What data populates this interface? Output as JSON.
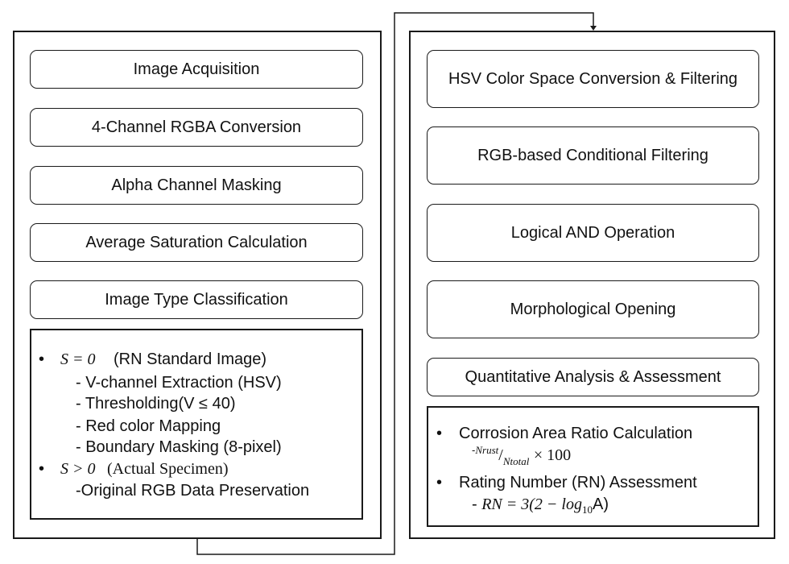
{
  "left": {
    "steps": [
      "Image Acquisition",
      "4-Channel RGBA Conversion",
      "Alpha Channel Masking",
      "Average Saturation Calculation",
      "Image Type Classification"
    ],
    "detail": {
      "case1_bullet": "•",
      "case1_condition": "S = 0",
      "case1_label": "(RN Standard Image)",
      "case1_items": [
        "- V-channel Extraction (HSV)",
        "- Thresholding(V ≤ 40)",
        "- Red color Mapping",
        "- Boundary Masking (8-pixel)"
      ],
      "case2_bullet": "•",
      "case2_condition": "S > 0",
      "case2_label": "(Actual Specimen)",
      "case2_items": [
        "-Original RGB Data Preservation"
      ]
    }
  },
  "right": {
    "steps": [
      "HSV Color Space Conversion & Filtering",
      "RGB-based Conditional Filtering",
      "Logical AND Operation",
      "Morphological Opening",
      "Quantitative Analysis & Assessment"
    ],
    "detail": {
      "bullet1": "•",
      "item1": "Corrosion Area Ratio Calculation",
      "formula1_prefix": "-",
      "formula1_numerator": "Nrust",
      "formula1_slash": "/",
      "formula1_denominator": "Ntotal",
      "formula1_suffix": "× 100",
      "bullet2": "•",
      "item2": "Rating Number (RN) Assessment",
      "formula2_prefix": "- ",
      "formula2_lhs": "RN = 3(2 − log",
      "formula2_sub": "10",
      "formula2_rhs": "A)"
    }
  }
}
